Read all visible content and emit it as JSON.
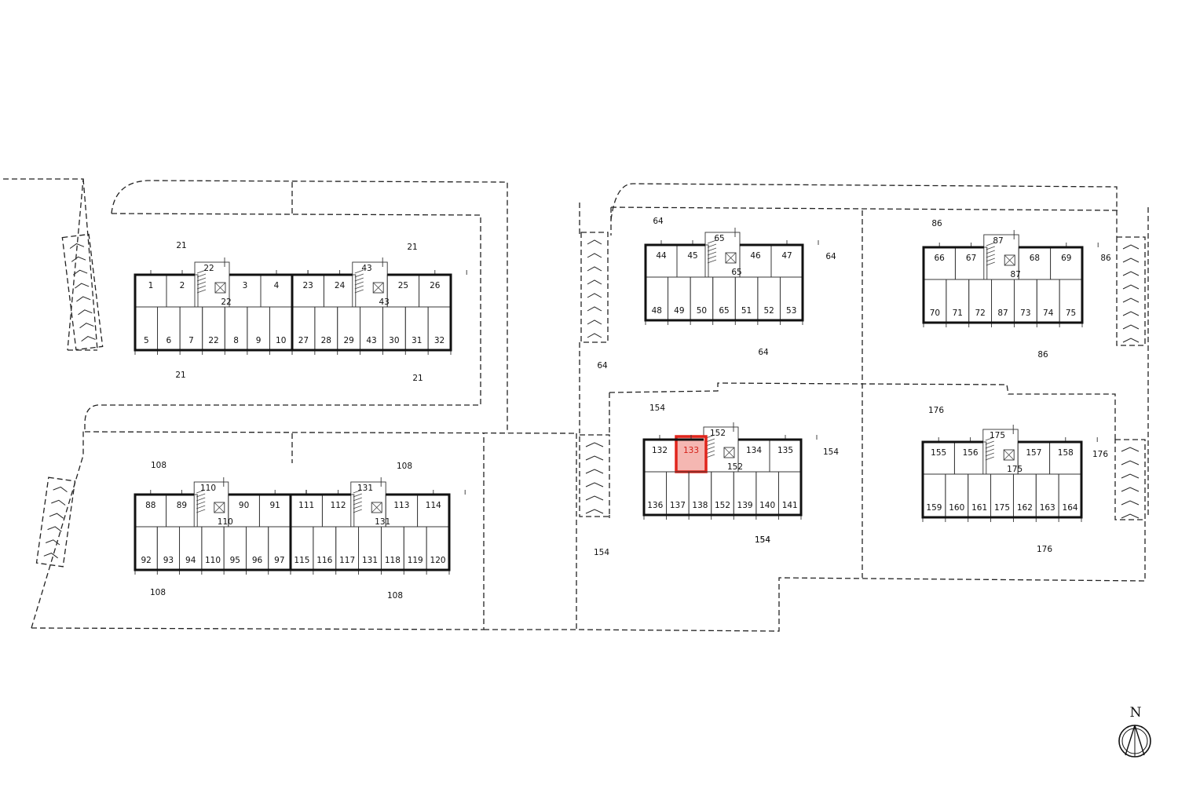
{
  "highlight_unit": "133",
  "highlight_color": "#e0251c",
  "compass_label": "N",
  "plot_labels": [
    "21",
    "21",
    "21",
    "21",
    "108",
    "108",
    "108",
    "108",
    "64",
    "64",
    "64",
    "64",
    "86",
    "86",
    "86",
    "154",
    "154",
    "154",
    "154",
    "154",
    "176",
    "176",
    "176"
  ],
  "buildings": [
    {
      "id": "A1",
      "top": [
        "1",
        "2",
        "22",
        "3",
        "4"
      ],
      "core_labels": [
        "22",
        "22"
      ],
      "bottom": [
        "5",
        "6",
        "7",
        "22",
        "8",
        "9",
        "10"
      ]
    },
    {
      "id": "A2",
      "top": [
        "23",
        "24",
        "43",
        "25",
        "26"
      ],
      "core_labels": [
        "43",
        "43"
      ],
      "bottom": [
        "27",
        "28",
        "29",
        "43",
        "30",
        "31",
        "32"
      ]
    },
    {
      "id": "B1",
      "top": [
        "88",
        "89",
        "110",
        "90",
        "91"
      ],
      "core_labels": [
        "110",
        "110"
      ],
      "bottom": [
        "92",
        "93",
        "94",
        "110",
        "95",
        "96",
        "97"
      ]
    },
    {
      "id": "B2",
      "top": [
        "111",
        "112",
        "131",
        "113",
        "114"
      ],
      "core_labels": [
        "131",
        "131"
      ],
      "bottom": [
        "115",
        "116",
        "117",
        "131",
        "118",
        "119",
        "120"
      ]
    },
    {
      "id": "C",
      "top": [
        "44",
        "45",
        "65",
        "46",
        "47"
      ],
      "core_labels": [
        "65",
        "65"
      ],
      "bottom": [
        "48",
        "49",
        "50",
        "65",
        "51",
        "52",
        "53"
      ]
    },
    {
      "id": "D",
      "top": [
        "66",
        "67",
        "87",
        "68",
        "69"
      ],
      "core_labels": [
        "87",
        "87"
      ],
      "bottom": [
        "70",
        "71",
        "72",
        "87",
        "73",
        "74",
        "75"
      ]
    },
    {
      "id": "E",
      "top": [
        "132",
        "133",
        "152",
        "134",
        "135"
      ],
      "core_labels": [
        "152",
        "152"
      ],
      "bottom": [
        "136",
        "137",
        "138",
        "152",
        "139",
        "140",
        "141"
      ]
    },
    {
      "id": "F",
      "top": [
        "155",
        "156",
        "175",
        "157",
        "158"
      ],
      "core_labels": [
        "175",
        "175"
      ],
      "bottom": [
        "159",
        "160",
        "161",
        "175",
        "162",
        "163",
        "164"
      ]
    }
  ]
}
